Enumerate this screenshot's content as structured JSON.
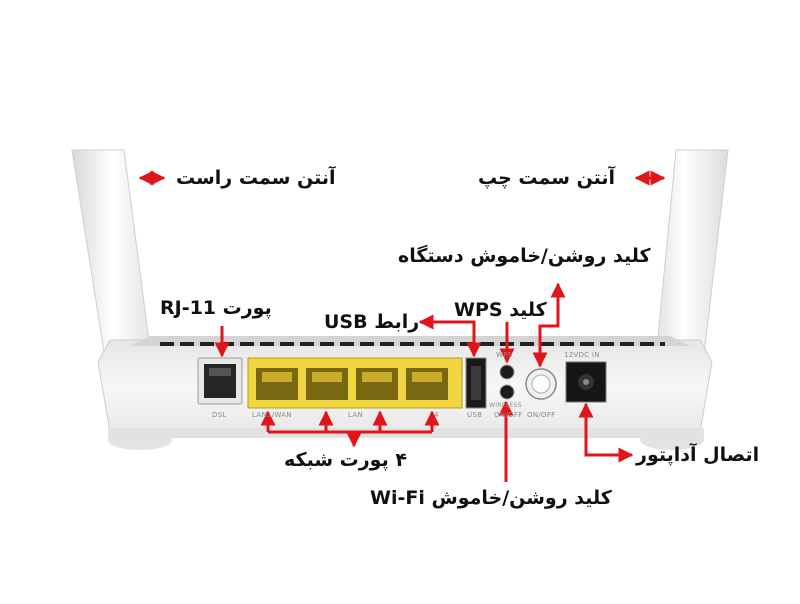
{
  "labels": {
    "right_antenna": "آنتن سمت راست",
    "left_antenna": "آنتن سمت چپ",
    "power_button": "کلید روشن/خاموش دستگاه",
    "rj11_port": "پورت RJ-11",
    "usb_interface": "رابط USB",
    "wps_button": "کلید WPS",
    "network_ports": "۴ پورت شبکه",
    "wifi_button": "کلید روشن/خاموش Wi-Fi",
    "adapter_connection": "اتصال آداپتور"
  },
  "panel_text": {
    "dsl": "DSL",
    "lan1_wan": "LAN1/WAN",
    "lan": "LAN",
    "lan4": "4",
    "usb": "USB",
    "wps": "WPS",
    "wireless": "WIRELESS",
    "on_off": "ON/OFF",
    "power_on_off": "ON/OFF",
    "dc_in": "12VDC IN"
  },
  "colors": {
    "arrow": "#e0141b",
    "lan_ports": "#f2d641",
    "router_body": "#f4f4f4"
  }
}
